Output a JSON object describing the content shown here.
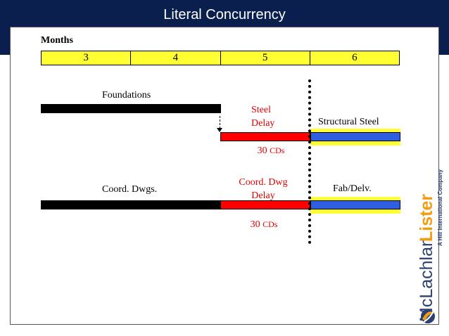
{
  "slide": {
    "title": "Literal Concurrency"
  },
  "timeline": {
    "label": "Months",
    "months": [
      "3",
      "4",
      "5",
      "6"
    ]
  },
  "rows": [
    {
      "name": "Foundations",
      "delay_label_line1": "Steel",
      "delay_label_line2": "Delay",
      "followup": "Structural Steel",
      "duration_value": "30",
      "duration_unit": "CDs"
    },
    {
      "name": "Coord. Dwgs.",
      "delay_label_line1": "Coord. Dwg",
      "delay_label_line2": "Delay",
      "followup": "Fab/Delv.",
      "duration_value": "30",
      "duration_unit": "CDs"
    }
  ],
  "logo": {
    "wordmark_1": "McLachlan",
    "wordmark_2": "Lister",
    "tagline": "A Hill International Company"
  },
  "colors": {
    "header": "#0b1f4f",
    "months_fill": "#ffff33",
    "delay_bar": "#ff0000",
    "followup_bar": "#2f5ee0",
    "logo_blue": "#2a3f73",
    "logo_orange": "#f39c12"
  }
}
